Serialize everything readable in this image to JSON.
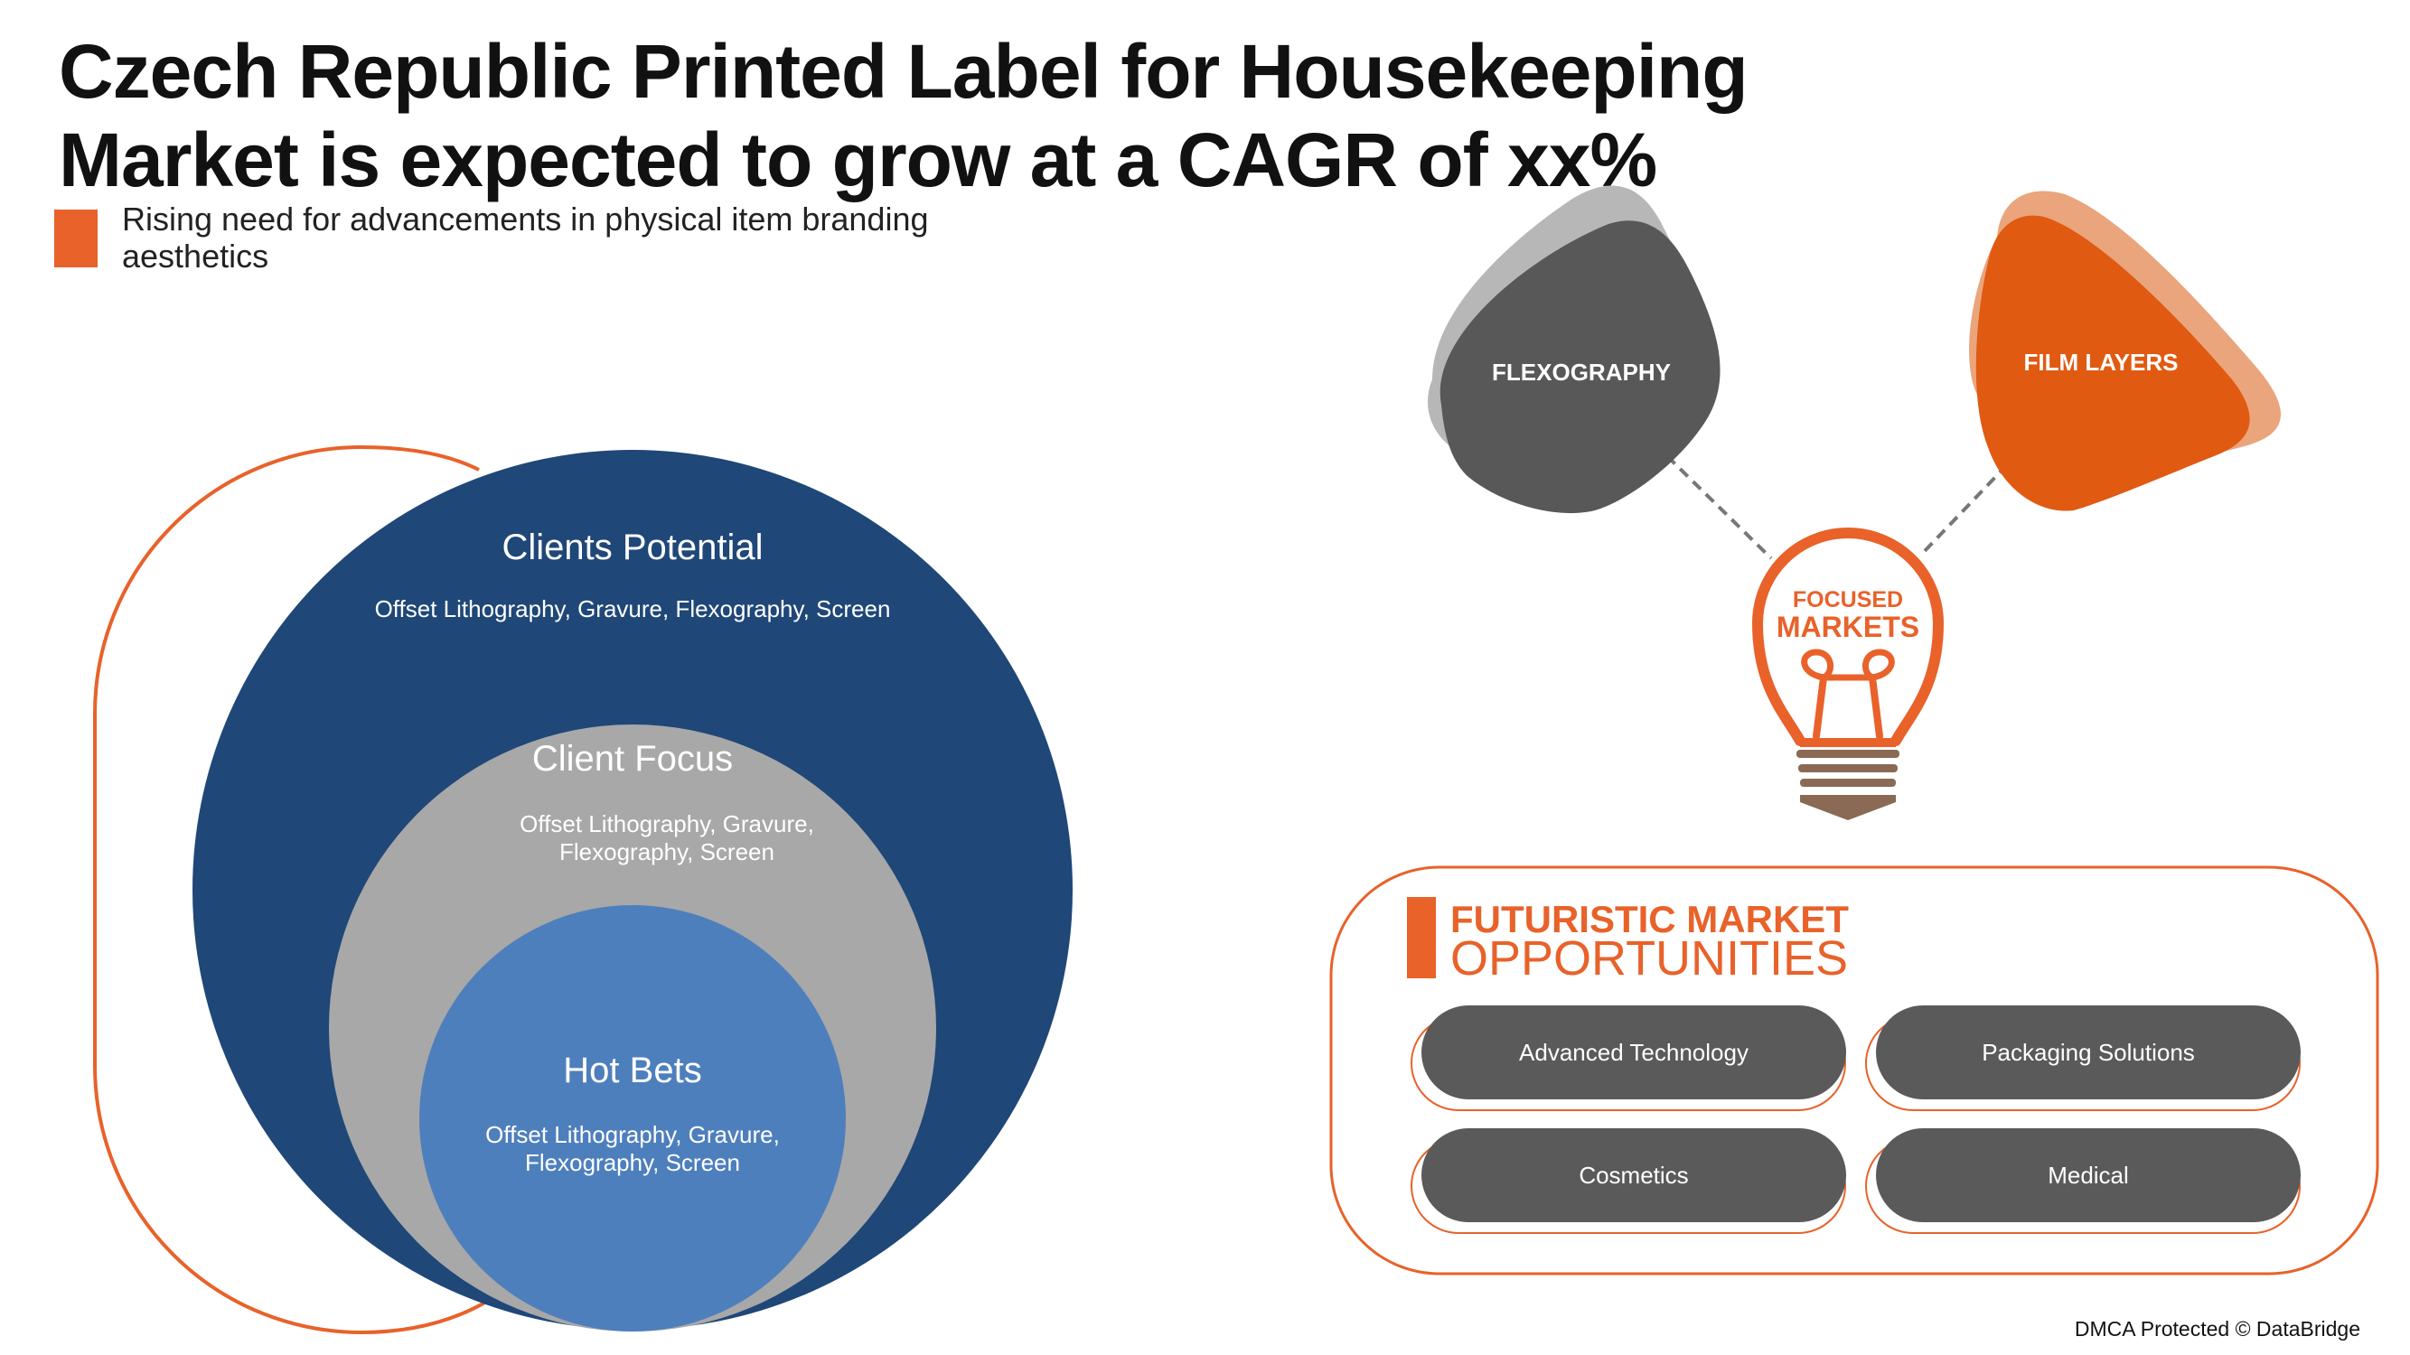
{
  "header": {
    "title_line1": "Czech Republic Printed Label for Housekeeping",
    "title_line2": "Market is expected to grow at a CAGR of xx%",
    "subtitle_line1": "Rising need for advancements in physical item branding",
    "subtitle_line2": "aesthetics"
  },
  "circles": {
    "outer": {
      "title": "Clients Potential",
      "text": "Offset Lithography, Gravure, Flexography, Screen"
    },
    "middle": {
      "title": "Client Focus",
      "text_line1": "Offset Lithography, Gravure,",
      "text_line2": "Flexography, Screen"
    },
    "inner": {
      "title": "Hot Bets",
      "text_line1": "Offset Lithography, Gravure,",
      "text_line2": "Flexography, Screen"
    }
  },
  "focused_markets": {
    "left_shape_label": "FLEXOGRAPHY",
    "right_shape_label": "FILM LAYERS",
    "bulb_line1": "FOCUSED",
    "bulb_line2": "MARKETS"
  },
  "opportunities": {
    "heading_line1": "FUTURISTIC MARKET",
    "heading_line2": "OPPORTUNITIES",
    "items": [
      "Advanced Technology",
      "Packaging Solutions",
      "Cosmetics",
      "Medical"
    ]
  },
  "footer": {
    "dmca": "DMCA Protected © DataBridge"
  },
  "colors": {
    "accent_orange": "#e8622a",
    "navy": "#1f4778",
    "gray_circle": "#a8a8a8",
    "blue_circle": "#4e7fbd",
    "dark_gray": "#5a5a5a",
    "film_orange": "#e05a12"
  }
}
